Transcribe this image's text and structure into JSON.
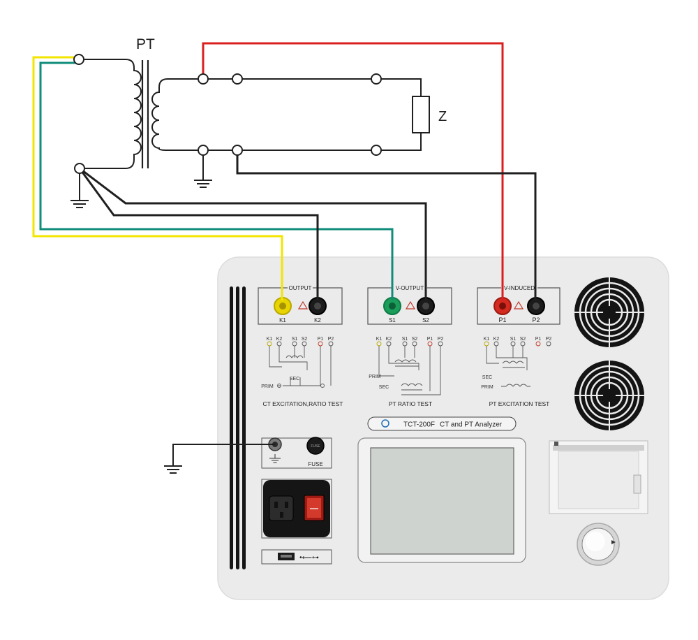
{
  "labels": {
    "pt": "PT",
    "z": "Z",
    "output_title": "OUTPUT",
    "v_output_title": "V-OUTPUT",
    "v_induced_title": "V-INDUCED",
    "k1": "K1",
    "k2": "K2",
    "s1": "S1",
    "s2": "S2",
    "p1": "P1",
    "p2": "P2",
    "prim": "PRIM",
    "sec": "SEC",
    "ct_test": "CT EXCITATION,RATIO TEST",
    "pt_ratio_test": "PT RATIO TEST",
    "pt_excitation_test": "PT EXCITATION TEST",
    "model": "TCT-200F",
    "product": "CT and PT Analyzer",
    "fuse_cap": "FUSE",
    "fuse": "FUSE",
    "usb_symbol": "•⟵⊶"
  },
  "colors": {
    "yellow_wire": "#f2e600",
    "teal_wire": "#0f8c7a",
    "red_wire": "#d9201f",
    "black_wire": "#1f1f1f",
    "panel": "#ebebeb",
    "lcd": "#cfd3cf"
  }
}
